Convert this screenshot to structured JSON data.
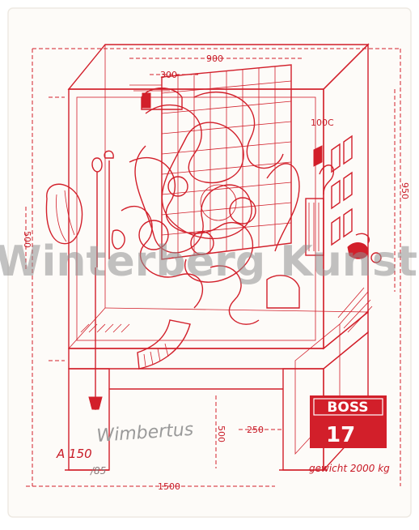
{
  "artwork": {
    "dimensions": {
      "top_width": "900",
      "top_inner": "300",
      "right_height": "950",
      "left_height": "500",
      "bottom_width": "1500",
      "leg_height": "500",
      "leg_gap": "250",
      "tag": "100C"
    },
    "label_box": {
      "title": "BOSS",
      "number": "17"
    },
    "weight_text": "gewicht 2000 kg",
    "edition": {
      "number": "A 150",
      "fraction": "/85"
    },
    "signature": "Wimbertus",
    "watermark": "Winterberg Kunst",
    "colors": {
      "ink": "#d21f2a",
      "paper": "#fdfbf8",
      "watermark": "#8f8f8f"
    }
  }
}
